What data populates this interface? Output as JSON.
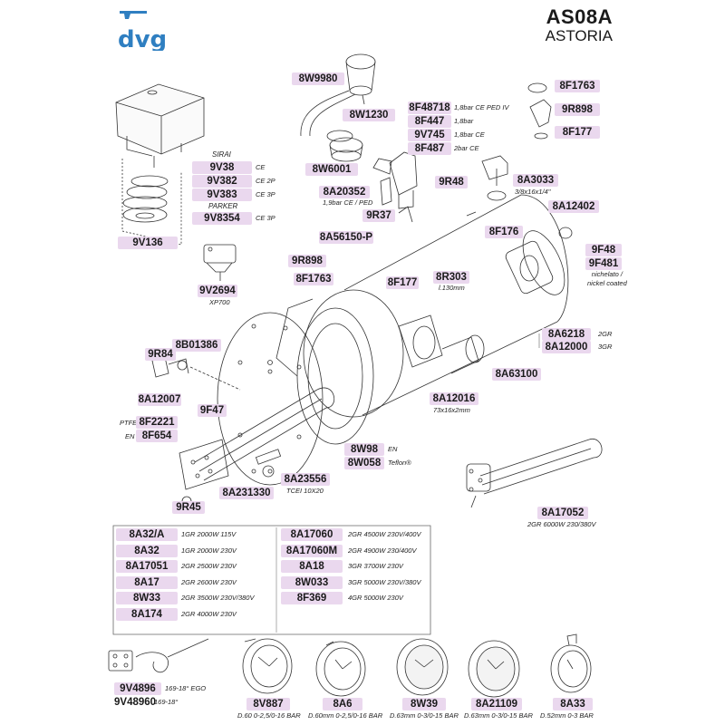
{
  "header": {
    "brand": "dvg",
    "model": "AS08A",
    "series": "ASTORIA",
    "brand_color": "#2f7fc1"
  },
  "label_color": "#ead8ee",
  "parts": [
    {
      "code": "8W9980"
    },
    {
      "code": "8W1230"
    },
    {
      "code": "8W6001"
    },
    {
      "code": "8F48718",
      "note": "1,8bar CE PED IV"
    },
    {
      "code": "8F447",
      "note": "1,8bar"
    },
    {
      "code": "9V745",
      "note": "1,8bar CE"
    },
    {
      "code": "8F487",
      "note": "2bar CE"
    },
    {
      "code": "8F1763"
    },
    {
      "code": "9R898"
    },
    {
      "code": "8F177"
    },
    {
      "code": "8A3033",
      "note": "3/8x16x1/4\""
    },
    {
      "code": "9R48"
    },
    {
      "code": "8A20352",
      "note": "1,9bar CE / PED"
    },
    {
      "code": "9R37"
    },
    {
      "code": "8A12402"
    },
    {
      "code": "8F176"
    },
    {
      "code": "9F48"
    },
    {
      "code": "9F481",
      "note": "nichelato /\nnickel coated"
    },
    {
      "code": "8A56150-P"
    },
    {
      "code": "9R898"
    },
    {
      "code": "8F1763"
    },
    {
      "code": "8F177"
    },
    {
      "code": "8R303",
      "note": "l.130mm"
    },
    {
      "code": "9V38",
      "note": "CE"
    },
    {
      "code": "9V382",
      "note": "CE 2P"
    },
    {
      "code": "9V383",
      "note": "CE 3P"
    },
    {
      "code": "9V8354",
      "note": "CE 3P"
    },
    {
      "code": "9V136"
    },
    {
      "code": "9V2694",
      "note": "XP700"
    },
    {
      "code": "8B01386"
    },
    {
      "code": "9R84"
    },
    {
      "code": "8A12007"
    },
    {
      "code": "9F47"
    },
    {
      "code": "8A6218",
      "note": "2GR"
    },
    {
      "code": "8A12000",
      "note": "3GR"
    },
    {
      "code": "8A63100"
    },
    {
      "code": "8A12016",
      "note": "73x16x2mm"
    },
    {
      "code": "8F2221",
      "prefix": "PTFE"
    },
    {
      "code": "8F654",
      "prefix": "EN"
    },
    {
      "code": "8W98",
      "note": "EN"
    },
    {
      "code": "8W058",
      "note": "Teflon®"
    },
    {
      "code": "8A23556",
      "note": "TCEI 10X20"
    },
    {
      "code": "8A231330"
    },
    {
      "code": "9R45"
    },
    {
      "code": "8A17052",
      "note": "2GR 6000W 230/380V"
    }
  ],
  "supplier_headers": {
    "sirai": "SIRAI",
    "parker": "PARKER"
  },
  "element_table": {
    "left": [
      {
        "code": "8A32/A",
        "desc": "1GR 2000W 115V"
      },
      {
        "code": "8A32",
        "desc": "1GR 2000W 230V"
      },
      {
        "code": "8A17051",
        "desc": "2GR 2500W 230V"
      },
      {
        "code": "8A17",
        "desc": "2GR 2600W 230V"
      },
      {
        "code": "8W33",
        "desc": "2GR 3500W 230V/380V"
      },
      {
        "code": "8A174",
        "desc": "2GR 4000W 230V"
      }
    ],
    "right": [
      {
        "code": "8A17060",
        "desc": "2GR 4500W 230V/400V"
      },
      {
        "code": "8A17060M",
        "desc": "2GR 4900W 230/400V"
      },
      {
        "code": "8A18",
        "desc": "3GR 3700W 230V"
      },
      {
        "code": "8W033",
        "desc": "3GR 5000W 230V/380V"
      },
      {
        "code": "8F369",
        "desc": "4GR 5000W 230V"
      }
    ]
  },
  "gauges": [
    {
      "code": "8V887",
      "note": "D.60 0-2,5/0-16 BAR"
    },
    {
      "code": "8A6",
      "note": "D.60mm 0-2,5/0-16 BAR"
    },
    {
      "code": "8W39",
      "note": "D.63mm 0-3/0-15 BAR"
    },
    {
      "code": "8A21109",
      "note": "D.63mm 0-3/0-15 BAR"
    },
    {
      "code": "8A33",
      "note": "D.52mm 0-3 BAR"
    }
  ],
  "probes": [
    {
      "code": "9V4896",
      "note": "169-18° EGO"
    },
    {
      "code": "9V48960",
      "note": "169-18°"
    }
  ]
}
